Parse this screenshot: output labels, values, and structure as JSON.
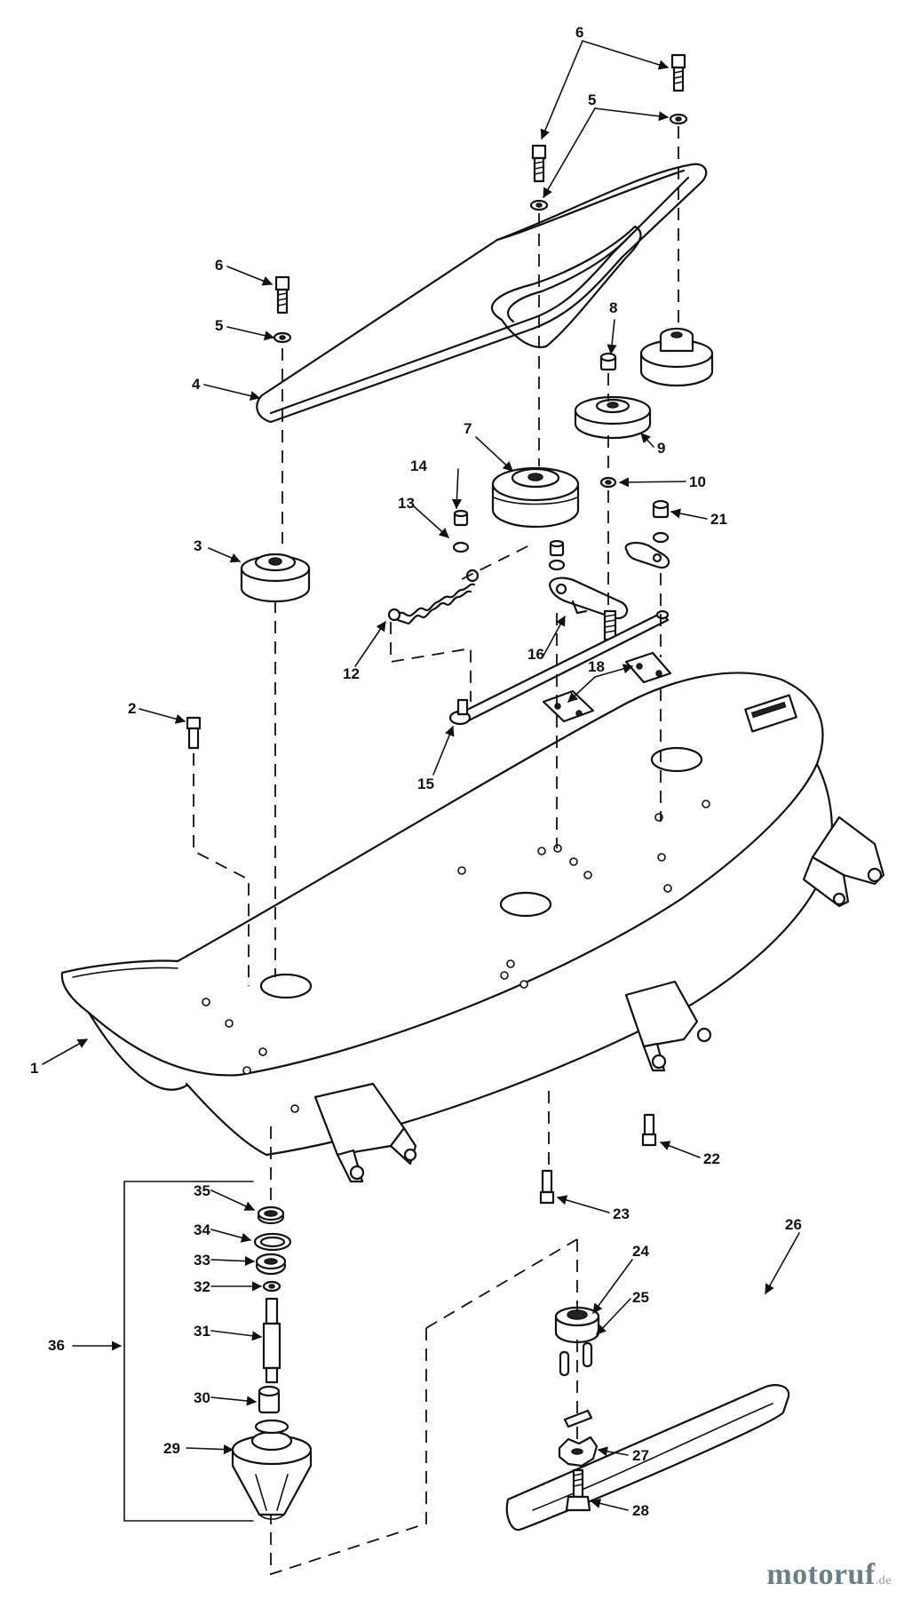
{
  "diagram": {
    "callouts": [
      "1",
      "2",
      "3",
      "4",
      "5",
      "5",
      "5",
      "6",
      "6",
      "6",
      "7",
      "8",
      "9",
      "10",
      "12",
      "13",
      "14",
      "15",
      "16",
      "18",
      "21",
      "22",
      "23",
      "24",
      "25",
      "26",
      "27",
      "28",
      "29",
      "30",
      "31",
      "32",
      "33",
      "34",
      "35",
      "36"
    ]
  },
  "watermark": {
    "brand": "motoruf",
    "suffix": ".de"
  }
}
